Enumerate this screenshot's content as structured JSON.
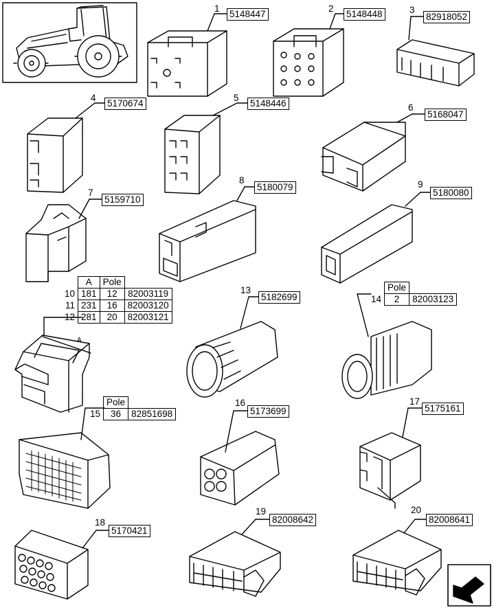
{
  "parts": [
    {
      "index": "1",
      "part_number": "5148447"
    },
    {
      "index": "2",
      "part_number": "5148448"
    },
    {
      "index": "3",
      "part_number": "82918052"
    },
    {
      "index": "4",
      "part_number": "5170674"
    },
    {
      "index": "5",
      "part_number": "5148446"
    },
    {
      "index": "6",
      "part_number": "5168047"
    },
    {
      "index": "7",
      "part_number": "5159710"
    },
    {
      "index": "8",
      "part_number": "5180079"
    },
    {
      "index": "9",
      "part_number": "5180080"
    },
    {
      "index": "13",
      "part_number": "5182699"
    },
    {
      "index": "16",
      "part_number": "5173699"
    },
    {
      "index": "17",
      "part_number": "5175161"
    },
    {
      "index": "18",
      "part_number": "5170421"
    },
    {
      "index": "19",
      "part_number": "82008642"
    },
    {
      "index": "20",
      "part_number": "82008641"
    }
  ],
  "table_a": {
    "headers": [
      "A",
      "Pole"
    ],
    "rows": [
      {
        "index": "10",
        "a": "181",
        "pole": "12",
        "part_number": "82003119"
      },
      {
        "index": "11",
        "a": "231",
        "pole": "16",
        "part_number": "82003120"
      },
      {
        "index": "12",
        "a": "281",
        "pole": "20",
        "part_number": "82003121"
      }
    ],
    "dimension_label": "A"
  },
  "table_14": {
    "header": "Pole",
    "row": {
      "index": "14",
      "pole": "2",
      "part_number": "82003123"
    }
  },
  "table_15": {
    "header": "Pole",
    "row": {
      "index": "15",
      "pole": "36",
      "part_number": "82851698"
    }
  },
  "icons": {
    "tractor": "tractor-icon",
    "navigation": "arrow-icon"
  }
}
